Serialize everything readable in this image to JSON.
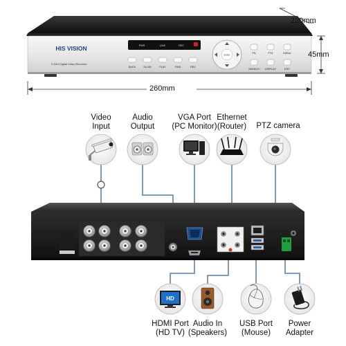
{
  "dimensions": {
    "width": "220mm",
    "height": "45mm",
    "length": "260mm"
  },
  "front_panel": {
    "brand": "HIS VISION",
    "model_text": "H.264 Digital Video Recorder",
    "indicators": [
      "PWR",
      "LINK",
      "REC"
    ],
    "left_buttons": [
      "BACK",
      "SLOW",
      "PLAY",
      "FWD",
      "REC"
    ],
    "enter_label": "Enter",
    "right_buttons": [
      "SEARCH",
      "DISPLAY",
      "ESC"
    ],
    "top_right_buttons": [
      "FN",
      "PTZ",
      "MENU"
    ]
  },
  "top_devices": [
    {
      "label": "Video\nInput",
      "icon": "cctv-camera"
    },
    {
      "label": "Audio\nOutput",
      "icon": "speakers"
    },
    {
      "label": "VGA Port\n(PC Monitor)",
      "icon": "pc-monitor"
    },
    {
      "label": "Ethernet\n(Router)",
      "icon": "wifi-router"
    },
    {
      "label": "PTZ camera",
      "icon": "ptz-dome-camera"
    }
  ],
  "bottom_devices": [
    {
      "label": "HDMI Port\n(HD TV)",
      "icon": "hd-tv",
      "badge": "HD"
    },
    {
      "label": "Audio In\n(Speakers)",
      "icon": "speaker"
    },
    {
      "label": "USB Port\n(Mouse)",
      "icon": "mouse"
    },
    {
      "label": "Power\nAdapter",
      "icon": "power-adapter"
    }
  ]
}
